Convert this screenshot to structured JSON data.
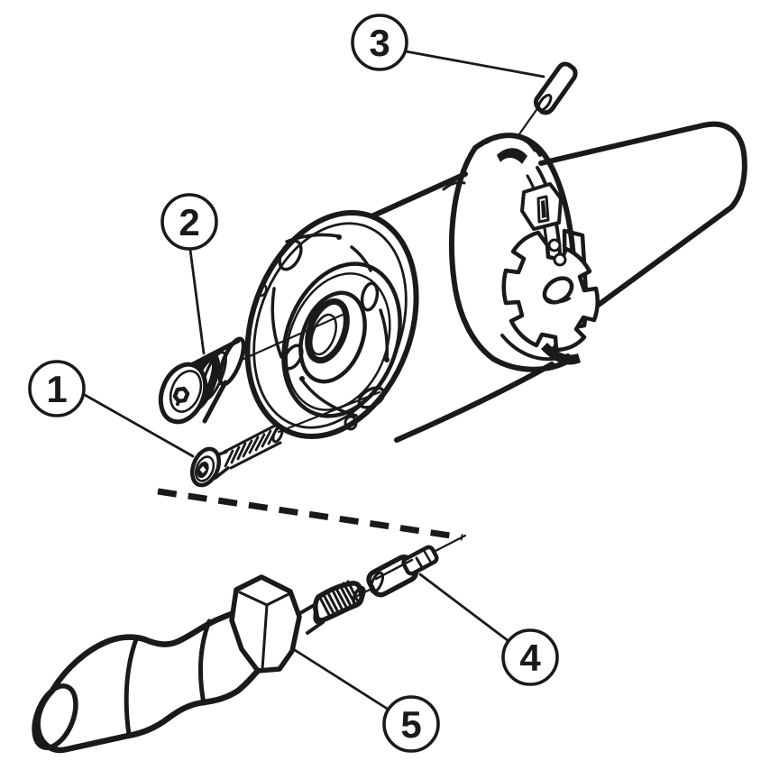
{
  "figure": {
    "type": "exploded-parts-diagram",
    "background": "#ffffff",
    "line_color": "#1a1a1a"
  },
  "callouts": [
    {
      "label": "1",
      "part": "countersunk-socket-screw"
    },
    {
      "label": "2",
      "part": "cylindrical-plug"
    },
    {
      "label": "3",
      "part": "pin"
    },
    {
      "label": "4",
      "part": "driver-bit"
    },
    {
      "label": "5",
      "part": "torque-handle"
    }
  ]
}
